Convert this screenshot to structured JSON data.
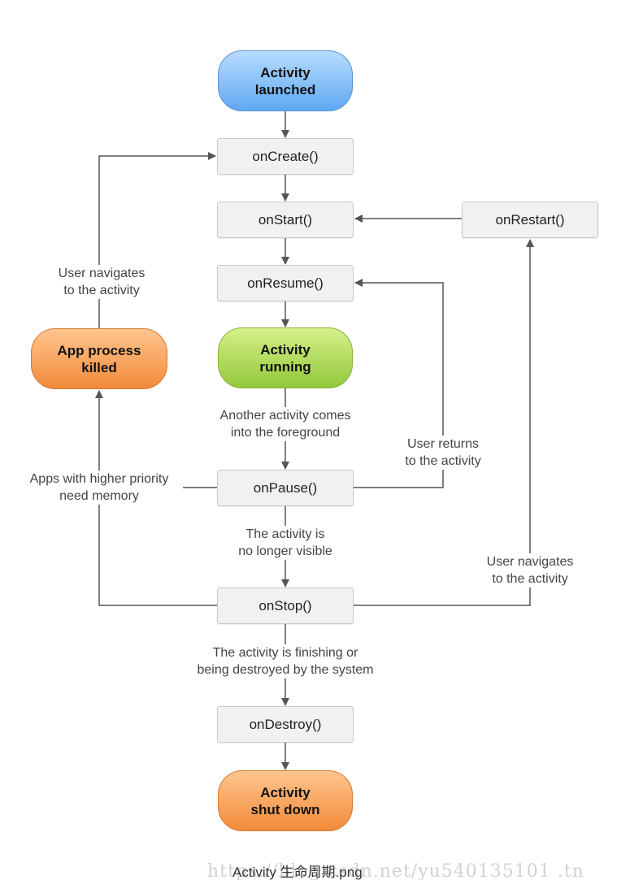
{
  "nodes": {
    "activity_launched": "Activity\nlaunched",
    "on_create": "onCreate()",
    "on_start": "onStart()",
    "on_restart": "onRestart()",
    "on_resume": "onResume()",
    "activity_running": "Activity\nrunning",
    "app_process_killed": "App process\nkilled",
    "on_pause": "onPause()",
    "on_stop": "onStop()",
    "on_destroy": "onDestroy()",
    "activity_shut_down": "Activity\nshut down"
  },
  "labels": {
    "user_navigates_left": "User navigates\nto the activity",
    "another_activity": "Another activity comes\ninto the foreground",
    "user_returns": "User returns\nto the activity",
    "higher_priority": "Apps with higher priority\nneed memory",
    "no_longer_visible": "The activity is\nno longer visible",
    "user_navigates_right": "User navigates\nto the activity",
    "finishing": "The activity is finishing or\nbeing destroyed by the system"
  },
  "colors": {
    "launched": "#5fa8f2",
    "running": "#92c83a",
    "killed_and_shutdown": "#f28a3a",
    "box": "#f1f1f1",
    "line": "#555555"
  },
  "watermark": {
    "caption": "Activity 生命周期.png",
    "url": "https://blog.csdn.net/yu540135101 .tn"
  }
}
